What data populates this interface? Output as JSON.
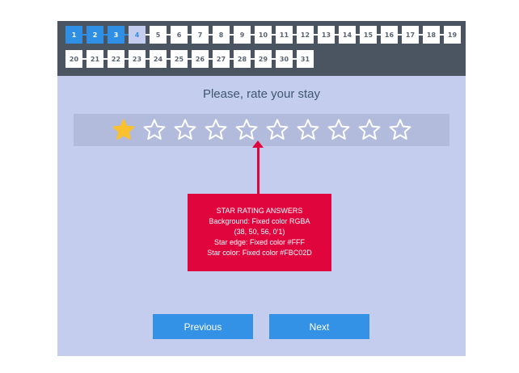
{
  "pagination": {
    "pages": [
      {
        "label": "1",
        "state": "done"
      },
      {
        "label": "2",
        "state": "done"
      },
      {
        "label": "3",
        "state": "done"
      },
      {
        "label": "4",
        "state": "current"
      },
      {
        "label": "5",
        "state": "todo"
      },
      {
        "label": "6",
        "state": "todo"
      },
      {
        "label": "7",
        "state": "todo"
      },
      {
        "label": "8",
        "state": "todo"
      },
      {
        "label": "9",
        "state": "todo"
      },
      {
        "label": "10",
        "state": "todo"
      },
      {
        "label": "11",
        "state": "todo"
      },
      {
        "label": "12",
        "state": "todo"
      },
      {
        "label": "13",
        "state": "todo"
      },
      {
        "label": "14",
        "state": "todo"
      },
      {
        "label": "15",
        "state": "todo"
      },
      {
        "label": "16",
        "state": "todo"
      },
      {
        "label": "17",
        "state": "todo"
      },
      {
        "label": "18",
        "state": "todo"
      },
      {
        "label": "19",
        "state": "todo"
      },
      {
        "label": "20",
        "state": "todo"
      },
      {
        "label": "21",
        "state": "todo"
      },
      {
        "label": "22",
        "state": "todo"
      },
      {
        "label": "23",
        "state": "todo"
      },
      {
        "label": "24",
        "state": "todo"
      },
      {
        "label": "25",
        "state": "todo"
      },
      {
        "label": "26",
        "state": "todo"
      },
      {
        "label": "27",
        "state": "todo"
      },
      {
        "label": "28",
        "state": "todo"
      },
      {
        "label": "29",
        "state": "todo"
      },
      {
        "label": "30",
        "state": "todo"
      },
      {
        "label": "31",
        "state": "todo"
      }
    ]
  },
  "question": "Please, rate your stay",
  "rating": {
    "value": 1,
    "max": 10,
    "filled_color": "#FBC02D",
    "edge_color": "#FFF"
  },
  "annotation": {
    "lines": [
      "STAR RATING ANSWERS",
      "Background: Fixed color RGBA",
      "(38, 50, 56, 0'1)",
      "Star edge: Fixed color #FFF",
      "Star color: Fixed color #FBC02D"
    ]
  },
  "buttons": {
    "previous": "Previous",
    "next": "Next"
  },
  "colors": {
    "accent": "#2F8FE5",
    "annotation": "#E0063D",
    "topbar": "#4A5561",
    "panel": "#C5CDEE"
  }
}
